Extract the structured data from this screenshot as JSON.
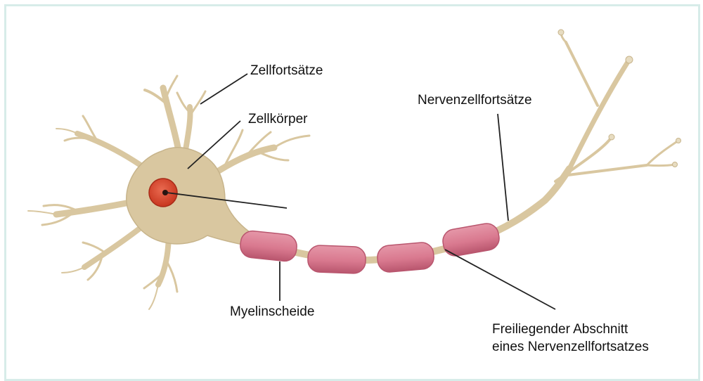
{
  "labels": {
    "zellfortsaetze": "Zellfortsätze",
    "zellkoerper": "Zellkörper",
    "nervenzellfortsaetze": "Nervenzellfortsätze",
    "myelinscheide": "Myelinscheide",
    "freiliegend_line1": "Freiliegender Abschnitt",
    "freiliegend_line2": "eines Nervenzellfortsatzes"
  },
  "colors": {
    "frame_border": "#d7ece9",
    "cell_body": "#d9c7a0",
    "cell_outline": "#c7b48b",
    "myelin": "#d9798f",
    "myelin_dark": "#b9566e",
    "nucleus": "#d8432d",
    "leader_line": "#222222"
  }
}
